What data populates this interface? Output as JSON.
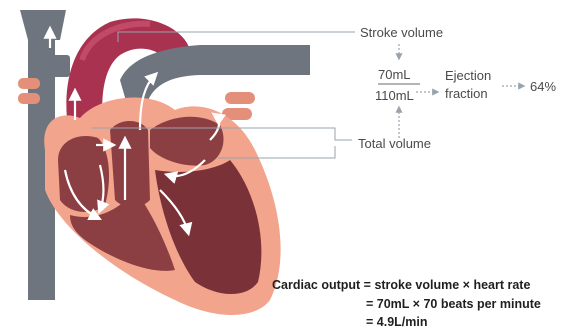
{
  "labels": {
    "stroke_volume": "Stroke volume",
    "total_volume": "Total volume",
    "ejection": "Ejection",
    "fraction": "fraction",
    "numerator": "70mL",
    "denominator": "110mL",
    "result": "64%"
  },
  "formula": {
    "line1": "Cardiac output = stroke volume × heart rate",
    "line2": "= 70mL × 70 beats per minute",
    "line3": "= 4.9L/min"
  },
  "colors": {
    "vessel_gray": "#6e757f",
    "aorta": "#a8324f",
    "heart_outer": "#f2a58c",
    "chamber": "#8c3f43",
    "text": "#4a4a4a",
    "arrow": "#ffffff"
  }
}
